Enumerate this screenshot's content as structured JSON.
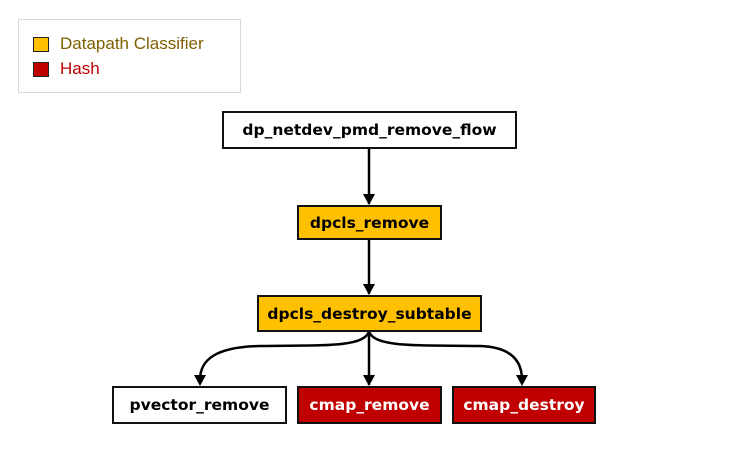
{
  "colors": {
    "classifier_fill": "#ffc000",
    "hash_fill": "#c00000",
    "white_fill": "#ffffff",
    "classifier_text": "#7f6000",
    "hash_text": "#c00000",
    "edge": "#000000"
  },
  "legend": {
    "items": [
      {
        "label": "Datapath Classifier",
        "category": "classifier"
      },
      {
        "label": "Hash",
        "category": "hash"
      }
    ]
  },
  "nodes": {
    "root": {
      "label": "dp_netdev_pmd_remove_flow",
      "category": "none"
    },
    "dpcls_remove": {
      "label": "dpcls_remove",
      "category": "classifier"
    },
    "dpcls_destroy_subtable": {
      "label": "dpcls_destroy_subtable",
      "category": "classifier"
    },
    "pvector_remove": {
      "label": "pvector_remove",
      "category": "none"
    },
    "cmap_remove": {
      "label": "cmap_remove",
      "category": "hash"
    },
    "cmap_destroy": {
      "label": "cmap_destroy",
      "category": "hash"
    }
  },
  "edges": [
    {
      "from": "root",
      "to": "dpcls_remove"
    },
    {
      "from": "dpcls_remove",
      "to": "dpcls_destroy_subtable"
    },
    {
      "from": "dpcls_destroy_subtable",
      "to": "pvector_remove"
    },
    {
      "from": "dpcls_destroy_subtable",
      "to": "cmap_remove"
    },
    {
      "from": "dpcls_destroy_subtable",
      "to": "cmap_destroy"
    }
  ]
}
